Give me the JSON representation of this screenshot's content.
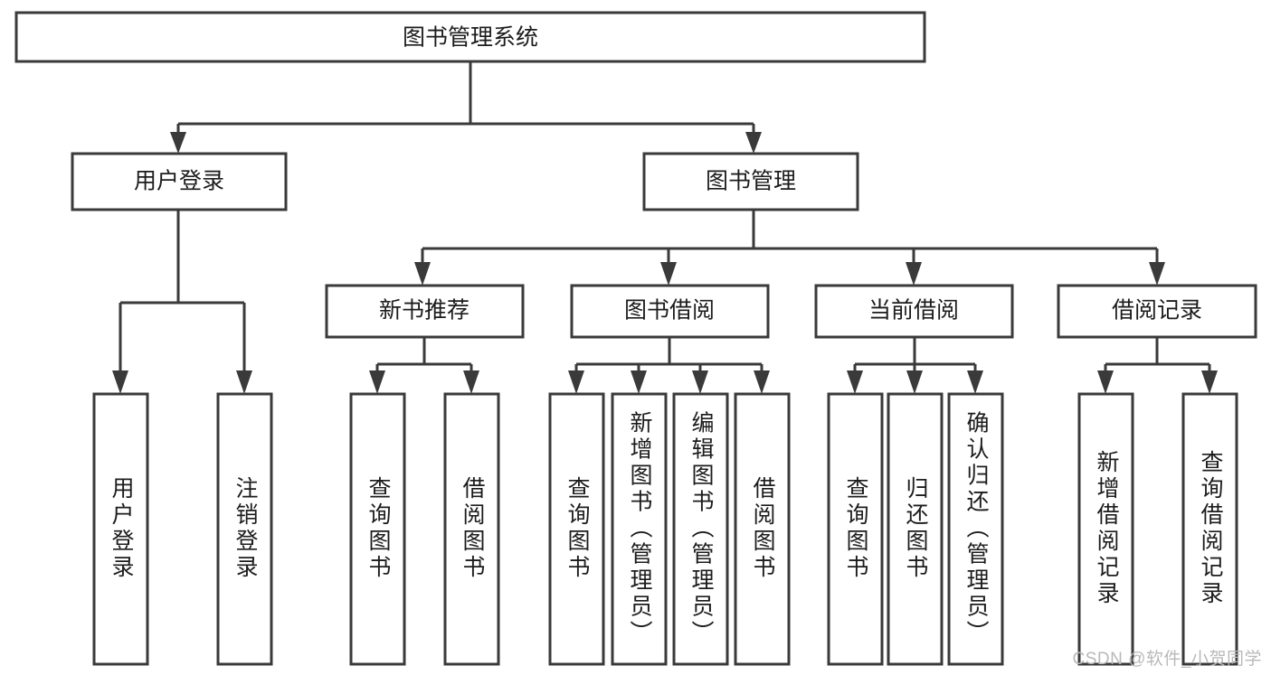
{
  "diagram": {
    "type": "tree-hierarchy-chart",
    "title": "图书管理系统",
    "orientation": "top-down",
    "colors": {
      "box_fill": "#ffffff",
      "box_stroke": "#3a3a3a",
      "text": "#1c1c1c",
      "background": "#ffffff",
      "watermark": "#b9b9b9"
    },
    "levels": {
      "root": {
        "label": "图书管理系统"
      },
      "level2": [
        {
          "id": "user-login",
          "label": "用户登录"
        },
        {
          "id": "book-management",
          "label": "图书管理"
        }
      ],
      "level3": [
        {
          "id": "new-book-recommend",
          "label": "新书推荐",
          "parent": "book-management"
        },
        {
          "id": "book-borrow",
          "label": "图书借阅",
          "parent": "book-management"
        },
        {
          "id": "current-borrow",
          "label": "当前借阅",
          "parent": "book-management"
        },
        {
          "id": "borrow-record",
          "label": "借阅记录",
          "parent": "book-management"
        }
      ],
      "leaves": [
        {
          "id": "leaf-user-login",
          "label": "用户登录",
          "parent": "user-login"
        },
        {
          "id": "leaf-logout-login",
          "label": "注销登录",
          "parent": "user-login"
        },
        {
          "id": "leaf-query-book-1",
          "label": "查询图书",
          "parent": "new-book-recommend"
        },
        {
          "id": "leaf-borrow-book-1",
          "label": "借阅图书",
          "parent": "new-book-recommend"
        },
        {
          "id": "leaf-query-book-2",
          "label": "查询图书",
          "parent": "book-borrow"
        },
        {
          "id": "leaf-add-book",
          "label": "新增图书（管理员）",
          "parent": "book-borrow"
        },
        {
          "id": "leaf-edit-book",
          "label": "编辑图书（管理员）",
          "parent": "book-borrow"
        },
        {
          "id": "leaf-borrow-book-2",
          "label": "借阅图书",
          "parent": "book-borrow"
        },
        {
          "id": "leaf-query-book-3",
          "label": "查询图书",
          "parent": "current-borrow"
        },
        {
          "id": "leaf-return-book",
          "label": "归还图书",
          "parent": "current-borrow"
        },
        {
          "id": "leaf-confirm-return",
          "label": "确认归还（管理员）",
          "parent": "current-borrow"
        },
        {
          "id": "leaf-add-record",
          "label": "新增借阅记录",
          "parent": "borrow-record"
        },
        {
          "id": "leaf-query-record",
          "label": "查询借阅记录",
          "parent": "borrow-record"
        }
      ]
    }
  },
  "watermark": {
    "text": "CSDN @软件_小贺同学"
  }
}
